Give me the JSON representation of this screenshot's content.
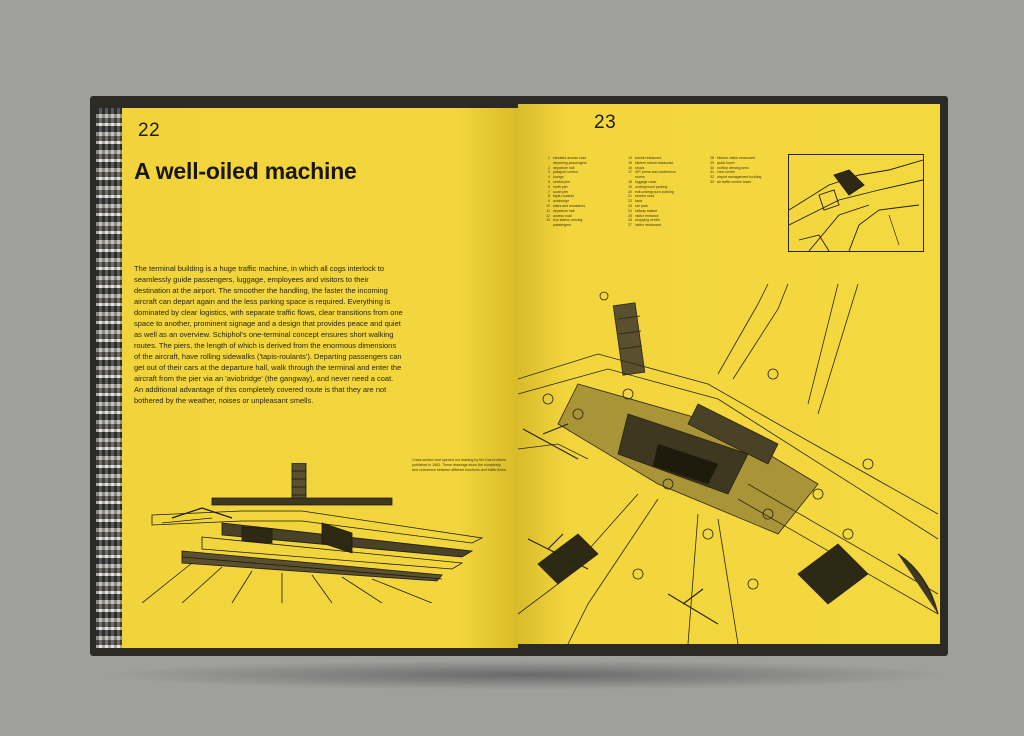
{
  "left_page": {
    "page_number": "22",
    "title": "A well-oiled machine",
    "body": "The terminal building is a huge traffic machine, in which all cogs interlock to seamlessly guide passengers, luggage, employees and visitors to their destination at the airport. The smoother the handling, the faster the incoming aircraft can depart again and the less parking space is required. Everything is dominated by clear logistics, with separate traffic flows, clear transitions from one space to another, prominent signage and a design that provides peace and quiet as well as an overview. Schiphol's one-terminal concept ensures short walking routes. The piers, the length of which is derived from the enormous dimensions of the aircraft, have rolling sidewalks ('tapis-roulants'). Departing passengers can get out of their cars at the departure hall, walk through the terminal and enter the aircraft from the pier via an 'aviobridge' (the gangway), and never need a coat. An additional advantage of this completely covered route is that they are not bothered by the weather, noises or unpleasant smells.",
    "caption": "Cross section and opened out drawing by the Das brothers, published in 1963. These drawings show the complexity and coherence between different functions and traffic flows"
  },
  "right_page": {
    "page_number": "23",
    "legend_col1": [
      {
        "n": "1",
        "t": "elevated access road"
      },
      {
        "n": "",
        "t": "departing passengers"
      },
      {
        "n": "2",
        "t": "departure hall"
      },
      {
        "n": "3",
        "t": "passport control"
      },
      {
        "n": "4",
        "t": "lounge"
      },
      {
        "n": "5",
        "t": "central pier"
      },
      {
        "n": "6",
        "t": "north pier"
      },
      {
        "n": "7",
        "t": "south pier"
      },
      {
        "n": "8",
        "t": "tapis-roulants"
      },
      {
        "n": "9",
        "t": "aviobridge"
      },
      {
        "n": "10",
        "t": "stairs and escalators"
      },
      {
        "n": "11",
        "t": "departure hall"
      },
      {
        "n": "12",
        "t": "access road"
      },
      {
        "n": "13",
        "t": "bus station arriving"
      },
      {
        "n": "",
        "t": "passengers"
      }
    ],
    "legend_col2": [
      {
        "n": "14",
        "t": "transit restaurant"
      },
      {
        "n": "15",
        "t": "kitchen transit restaurant"
      },
      {
        "n": "16",
        "t": "shops"
      },
      {
        "n": "17",
        "t": "VIP, press and conference"
      },
      {
        "n": "",
        "t": "rooms"
      },
      {
        "n": "18",
        "t": "luggage route"
      },
      {
        "n": "19",
        "t": "underground parking"
      },
      {
        "n": "20",
        "t": "exit underground parking"
      },
      {
        "n": "21",
        "t": "service road"
      },
      {
        "n": "22",
        "t": "taxis"
      },
      {
        "n": "23",
        "t": "car park"
      },
      {
        "n": "24",
        "t": "railway station"
      },
      {
        "n": "25",
        "t": "visitor entrance"
      },
      {
        "n": "26",
        "t": "shopping centre"
      },
      {
        "n": "27",
        "t": "visitor restaurant"
      }
    ],
    "legend_col3": [
      {
        "n": "28",
        "t": "kitchen visitor restaurant"
      },
      {
        "n": "29",
        "t": "quick lunch"
      },
      {
        "n": "30",
        "t": "rooftop viewing area"
      },
      {
        "n": "31",
        "t": "crew centre"
      },
      {
        "n": "32",
        "t": "airport management building"
      },
      {
        "n": "33",
        "t": "air traffic control tower"
      }
    ]
  },
  "colors": {
    "page_yellow": "#f3d63d",
    "ink": "#1e1b0c",
    "background": "#9fa09e",
    "cover": "#2b2a24"
  }
}
